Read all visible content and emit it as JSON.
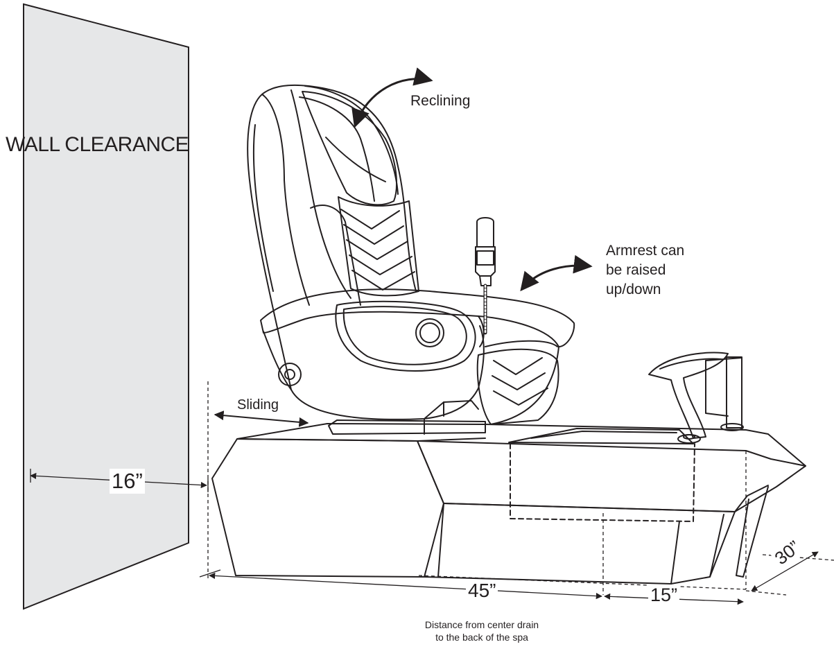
{
  "labels": {
    "wall_clearance": "WALL CLEARANCE",
    "reclining": "Reclining",
    "armrest": [
      "Armrest can",
      "be raised",
      "up/down"
    ],
    "sliding": "Sliding",
    "dim_wall": "16”",
    "dim_depth": "45”",
    "dim_drain": "15”",
    "dim_width": "30”",
    "note": [
      "Distance from center drain",
      "to the back of the spa"
    ]
  },
  "colors": {
    "line": "#231f20",
    "wall_fill": "#e6e7e8",
    "background": "#ffffff"
  }
}
